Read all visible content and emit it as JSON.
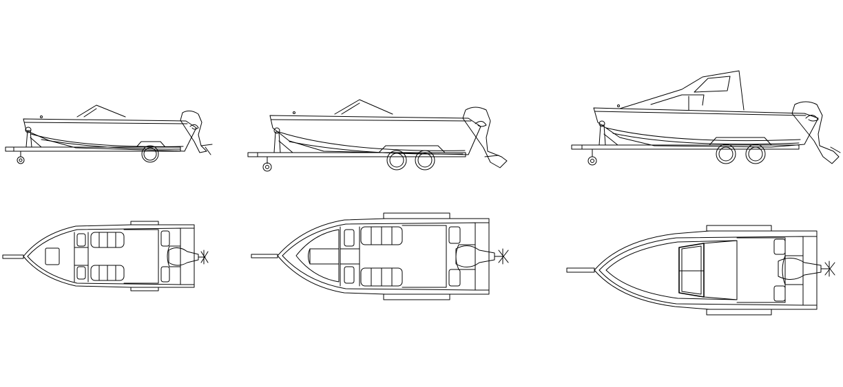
{
  "drawing": {
    "background": "#ffffff",
    "line_color": "#000000",
    "boats": [
      {
        "id": "small-runabout",
        "variant": "runabout",
        "trailer_axles": 1
      },
      {
        "id": "medium-bowrider",
        "variant": "bowrider",
        "trailer_axles": 2
      },
      {
        "id": "cabin-cruiser",
        "variant": "cabin",
        "trailer_axles": 2
      }
    ]
  }
}
